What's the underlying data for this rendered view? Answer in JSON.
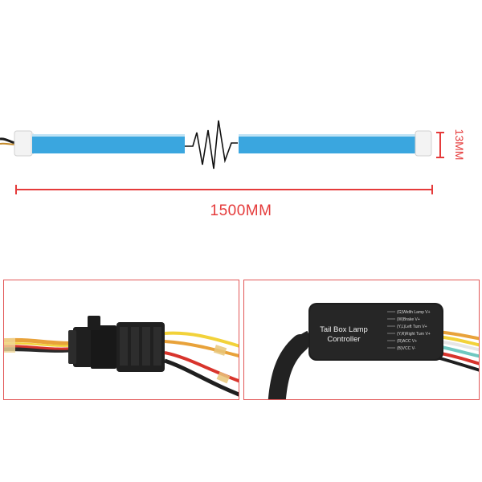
{
  "dimensions": {
    "length": "1500MM",
    "height": "13MM"
  },
  "controller": {
    "title_line1": "Tail Box Lamp",
    "title_line2": "Controller",
    "pins": [
      "(G)Width Lamp V+",
      "(W)Brake V+",
      "(Y,L)Left Turn V+",
      "(Y,R)Right Turn V+",
      "(R)ACC V+",
      "(B)VCC V-"
    ]
  },
  "colors": {
    "accent": "#e53b3b",
    "strip": "#3aa6df",
    "wire_orange": "#e8a23a",
    "wire_yellow": "#f2d23a",
    "wire_red": "#d8342c",
    "housing": "#222222"
  }
}
